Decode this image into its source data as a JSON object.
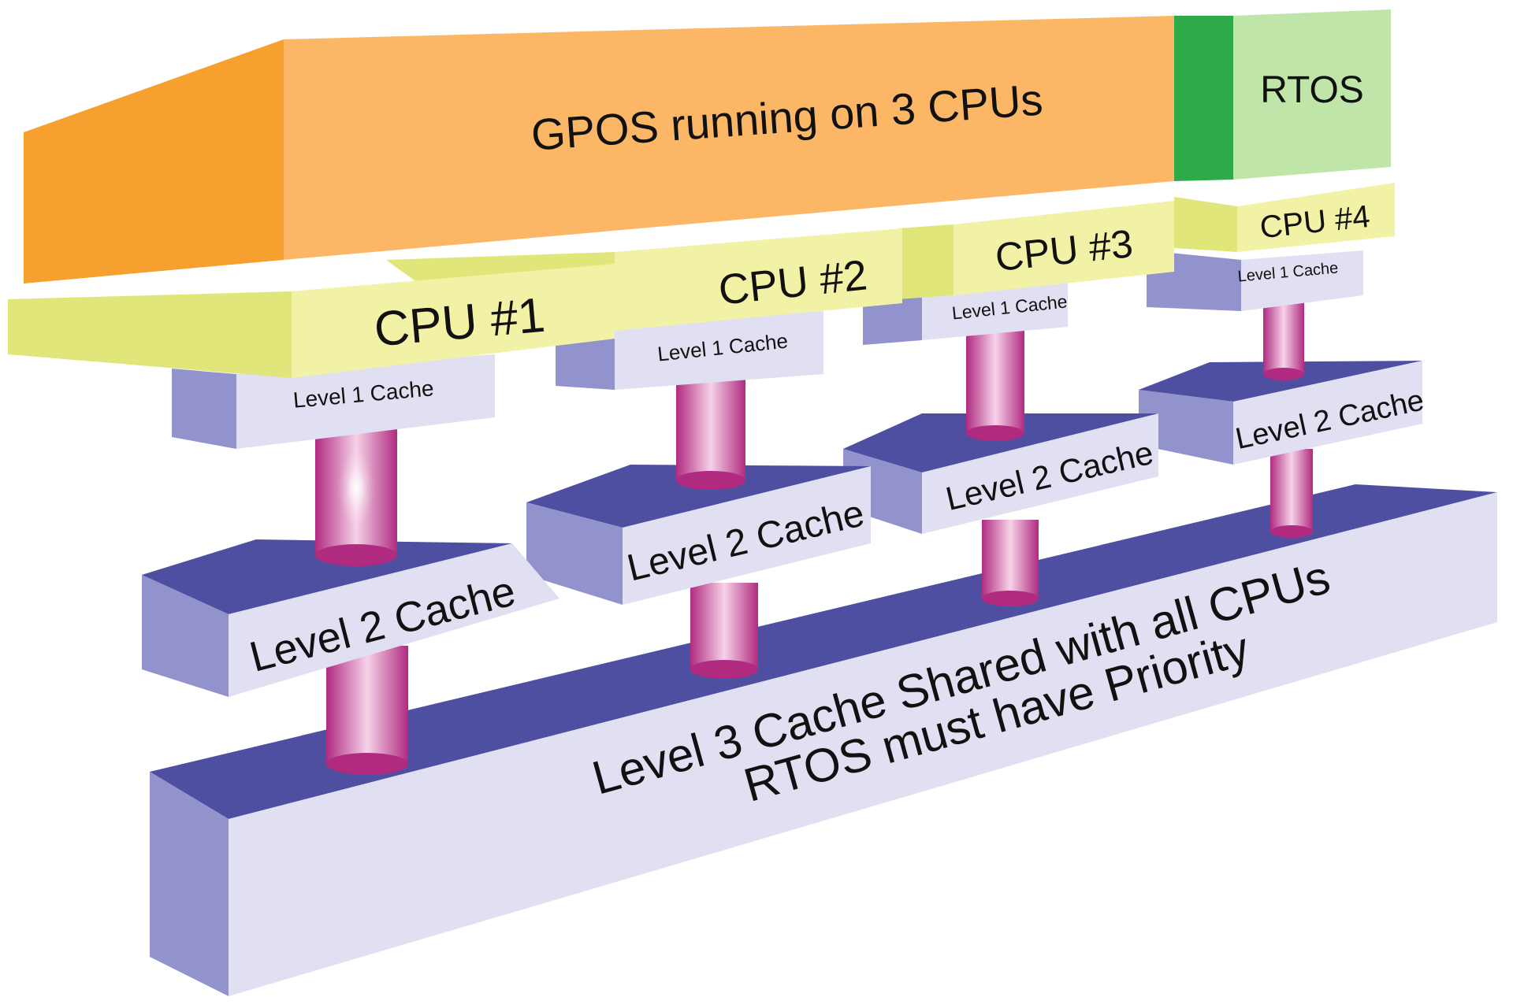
{
  "gpos": {
    "label": "GPOS running on 3 CPUs"
  },
  "rtos": {
    "label": "RTOS"
  },
  "cpus": [
    {
      "label": "CPU #1",
      "l1": "Level 1 Cache",
      "l2": "Level 2 Cache"
    },
    {
      "label": "CPU #2",
      "l1": "Level 1 Cache",
      "l2": "Level 2 Cache"
    },
    {
      "label": "CPU #3",
      "l1": "Level 1 Cache",
      "l2": "Level 2 Cache"
    },
    {
      "label": "CPU #4",
      "l1": "Level 1 Cache",
      "l2": "Level 2 Cache"
    }
  ],
  "l3": {
    "line1": "Level 3 Cache Shared with all CPUs",
    "line2": "RTOS must have Priority"
  },
  "colors": {
    "gpos_front": "#fbb765",
    "gpos_side": "#f6a030",
    "rtos_front": "#bfe6a8",
    "rtos_side": "#2eaa48",
    "cpu_front": "#f2f2a6",
    "cpu_side": "#e1e67a",
    "cache_front": "#e0e0f2",
    "cache_side": "#9292cc",
    "cache_top": "#4f4fa2",
    "pillar": "#cc3d95",
    "pillar_highlight": "#ffffff"
  }
}
